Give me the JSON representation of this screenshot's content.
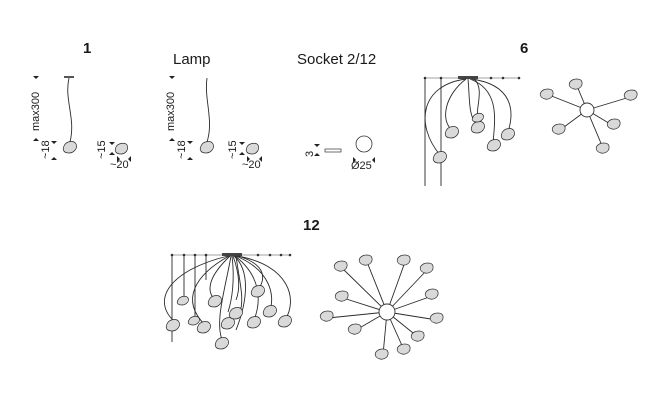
{
  "headings": {
    "one": "1",
    "lamp": "Lamp",
    "socket": "Socket 2/12",
    "six": "6",
    "twelve": "12"
  },
  "dimensions": {
    "max_height": "max300",
    "stem_height": "~18",
    "lamp_height": "~15",
    "lamp_width": "~20",
    "socket_height": "3",
    "socket_diameter": "Ø25"
  }
}
